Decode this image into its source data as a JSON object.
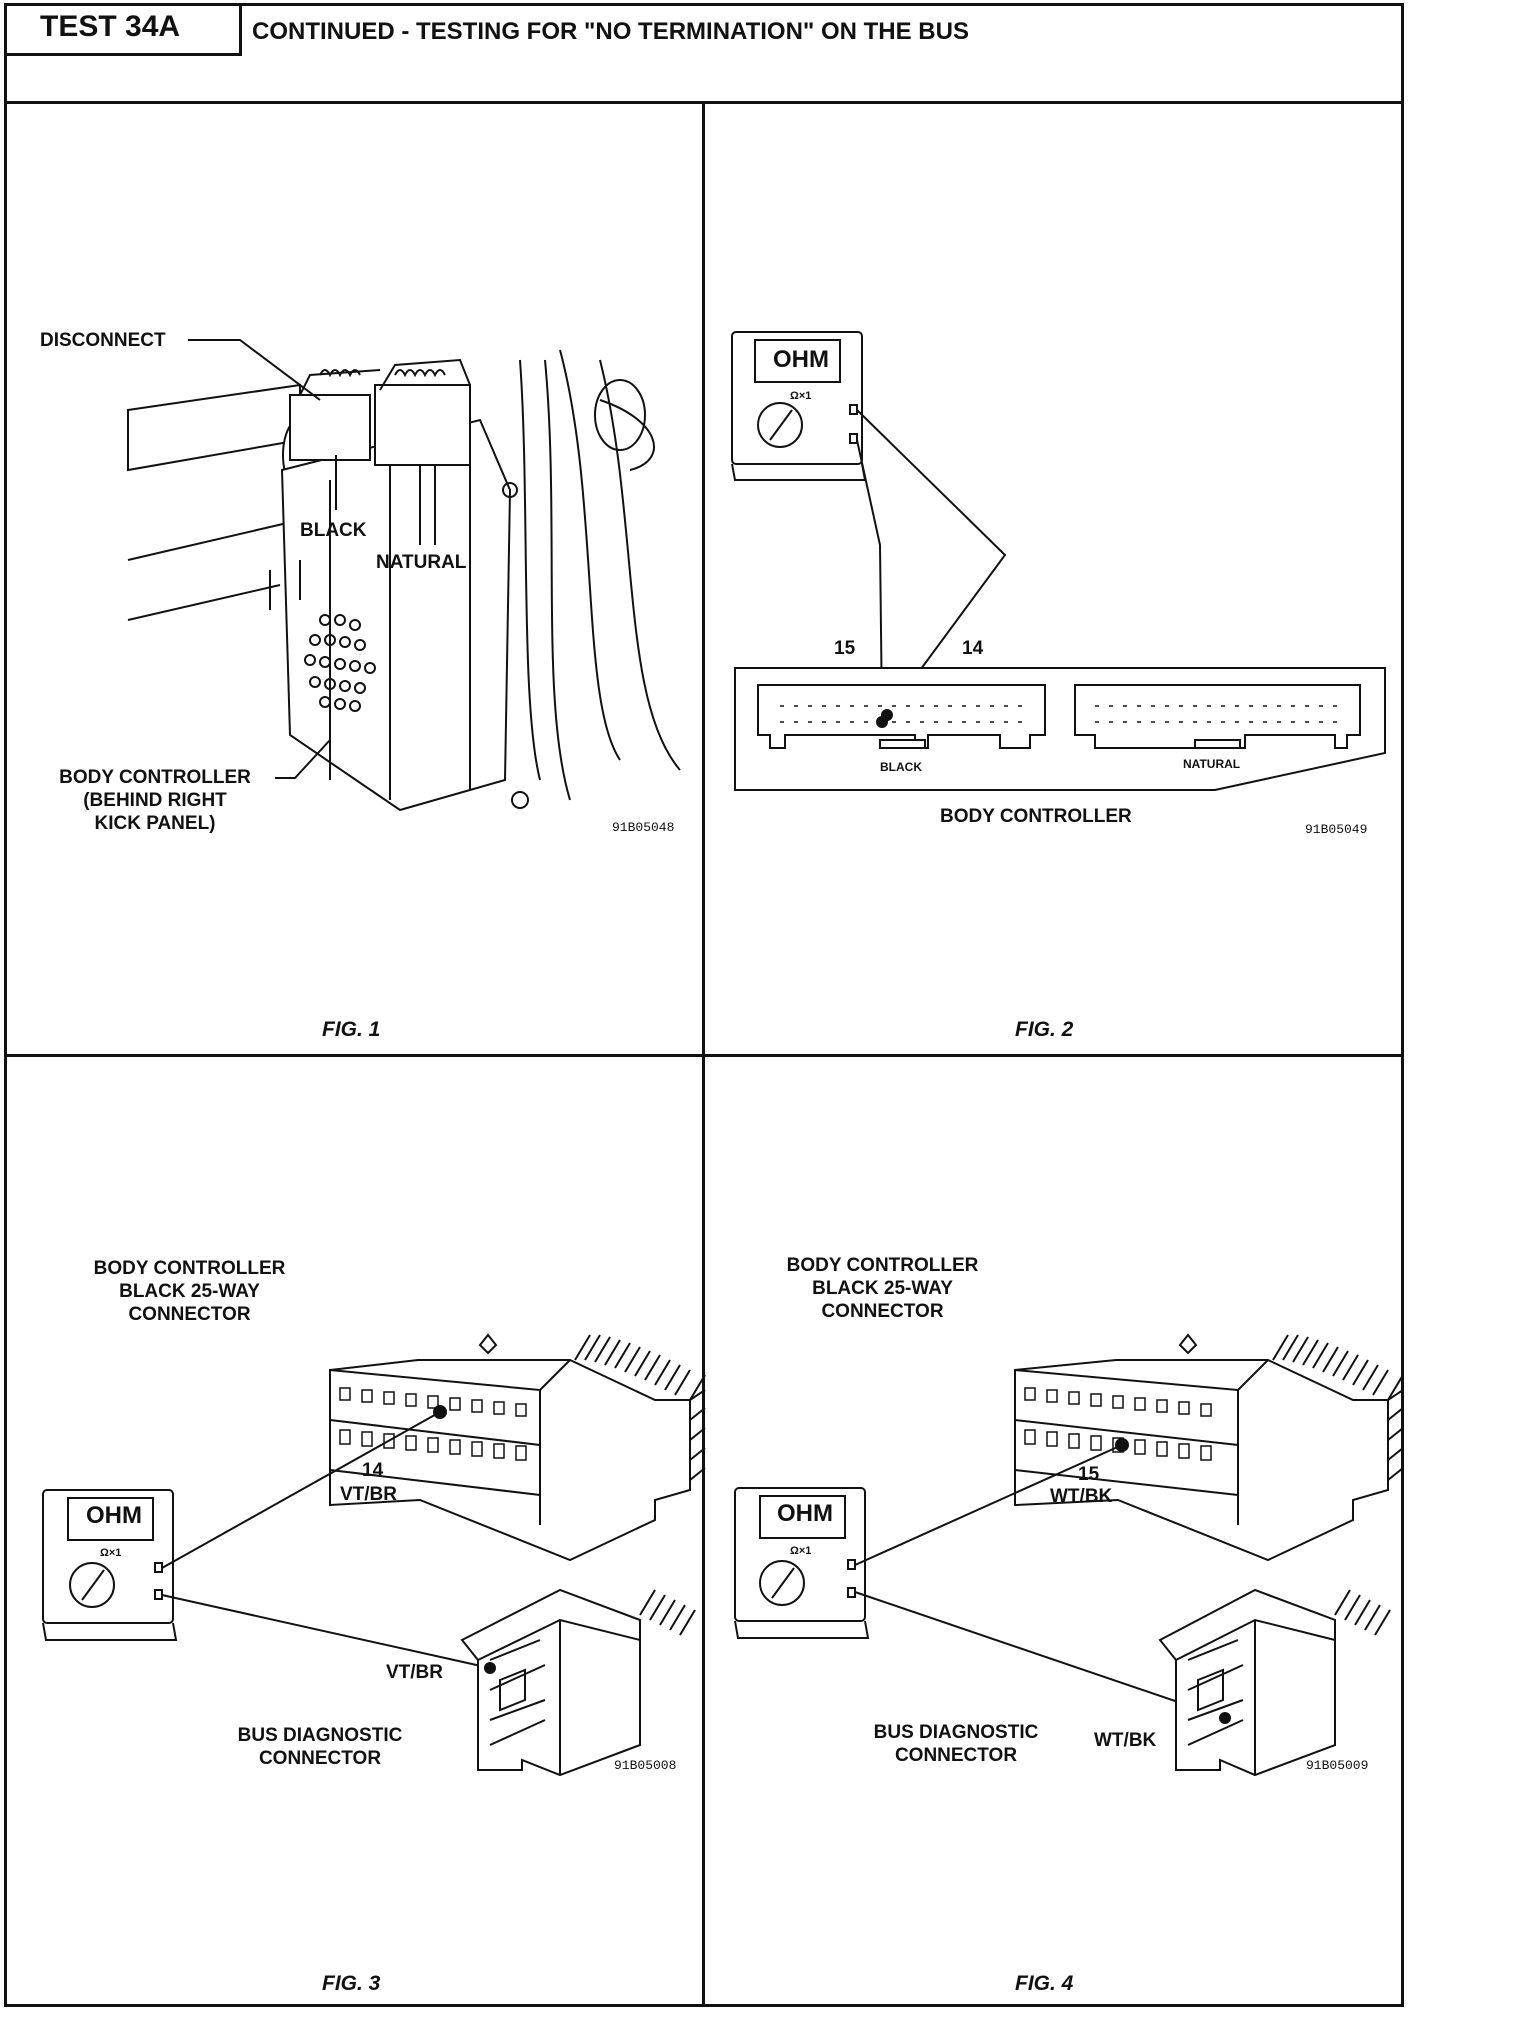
{
  "header": {
    "test_id": "TEST 34A",
    "title": "CONTINUED - TESTING FOR \"NO TERMINATION\" ON THE BUS"
  },
  "fig1": {
    "disconnect": "DISCONNECT",
    "black": "BLACK",
    "natural": "NATURAL",
    "body_controller": "BODY CONTROLLER\n(BEHIND RIGHT\nKICK PANEL)",
    "code": "91B05048",
    "caption": "FIG. 1"
  },
  "fig2": {
    "ohm": "OHM",
    "range": "Ω×1",
    "pin15": "15",
    "pin14": "14",
    "black": "BLACK",
    "natural": "NATURAL",
    "body_controller": "BODY CONTROLLER",
    "code": "91B05049",
    "caption": "FIG. 2"
  },
  "fig3": {
    "connector": "BODY CONTROLLER\nBLACK 25-WAY\nCONNECTOR",
    "pin": "14",
    "wire1": "VT/BR",
    "ohm": "OHM",
    "range": "Ω×1",
    "wire2": "VT/BR",
    "bus": "BUS DIAGNOSTIC\nCONNECTOR",
    "code": "91B05008",
    "caption": "FIG. 3"
  },
  "fig4": {
    "connector": "BODY CONTROLLER\nBLACK 25-WAY\nCONNECTOR",
    "pin": "15",
    "wire1": "WT/BK",
    "ohm": "OHM",
    "range": "Ω×1",
    "wire2": "WT/BK",
    "bus": "BUS DIAGNOSTIC\nCONNECTOR",
    "code": "91B05009",
    "caption": "FIG. 4"
  }
}
